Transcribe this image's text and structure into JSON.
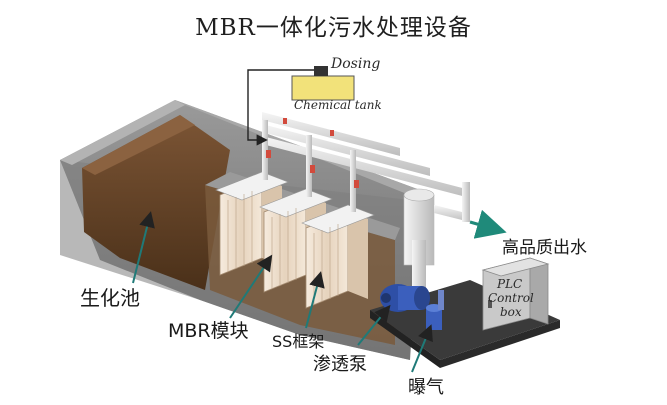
{
  "title": "MBR一体化污水处理设备",
  "labels": {
    "dosing": "Dosing",
    "chemical_tank": "Chemical tank",
    "effluent": "高品质出水",
    "plc_line1": "PLC",
    "plc_line2": "Control",
    "plc_line3": "box",
    "bio_tank": "生化池",
    "mbr_module": "MBR模块",
    "ss_frame": "SS框架",
    "permeate_pump": "渗透泵",
    "aeration": "曝气"
  },
  "colors": {
    "concrete": "#8a8a8a",
    "concrete_dark": "#5f5f5f",
    "sludge": "#6e4a2c",
    "membrane": "#efe2d2",
    "pipe": "#e4e4e4",
    "pump": "#2e4fa6",
    "arrow": "#1f8a7a",
    "chemical": "#f2e27a"
  }
}
